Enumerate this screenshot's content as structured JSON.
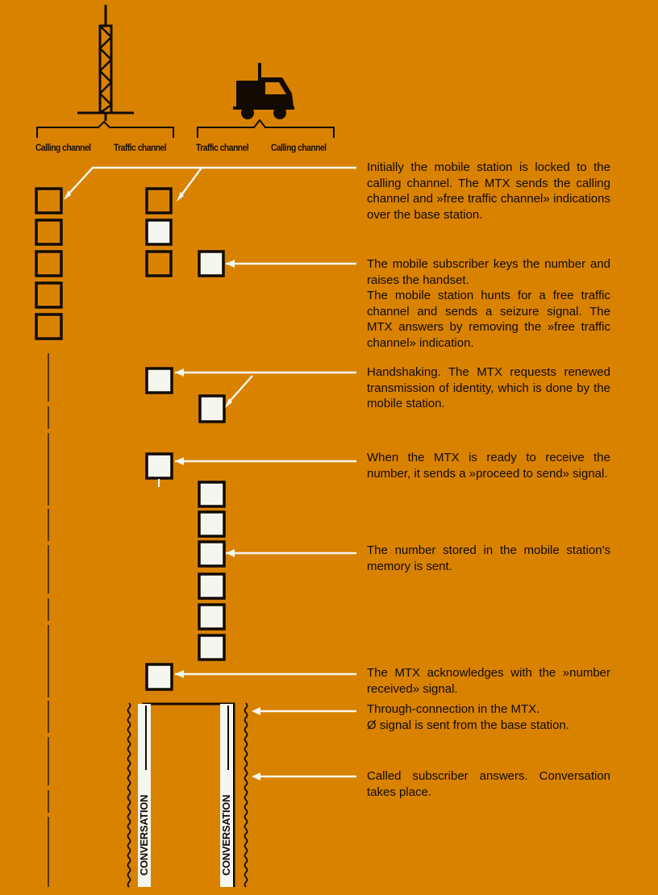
{
  "colors": {
    "background": "#d98200",
    "ink": "#120a03",
    "box_fill_light": "#f6f6f0",
    "leader_line": "#f6f6f0"
  },
  "icons": {
    "base_station": "antenna-tower-icon",
    "mobile_station": "truck-icon"
  },
  "channel_labels": {
    "base_calling": "Calling channel",
    "base_traffic": "Traffic channel",
    "mobile_traffic": "Traffic channel",
    "mobile_calling": "Calling channel"
  },
  "steps": [
    {
      "text": "Initially the mobile station is locked to the calling channel. The MTX sends the calling channel and »free traffic channel» indications over the base station."
    },
    {
      "text": "The mobile subscriber keys the number and raises the handset.",
      "text2": "The mobile station hunts for a free traffic channel and sends a seizure signal. The MTX answers by removing the »free traffic channel» indication."
    },
    {
      "text": "Handshaking. The MTX requests renewed transmission of identity, which is done by the mobile station."
    },
    {
      "text": "When the MTX is ready to receive the number, it sends a »proceed to send» signal."
    },
    {
      "text": "The number stored in the mobile station's memory is sent."
    },
    {
      "text": "The MTX acknowledges with the »number received» signal."
    },
    {
      "text": "Through-connection in the MTX.",
      "text2": "Ø signal is sent from the base station."
    },
    {
      "text": "Called subscriber answers. Conversation takes place."
    }
  ],
  "conversation_labels": {
    "base": "CONVERSATION",
    "mobile": "CONVERSATION"
  }
}
